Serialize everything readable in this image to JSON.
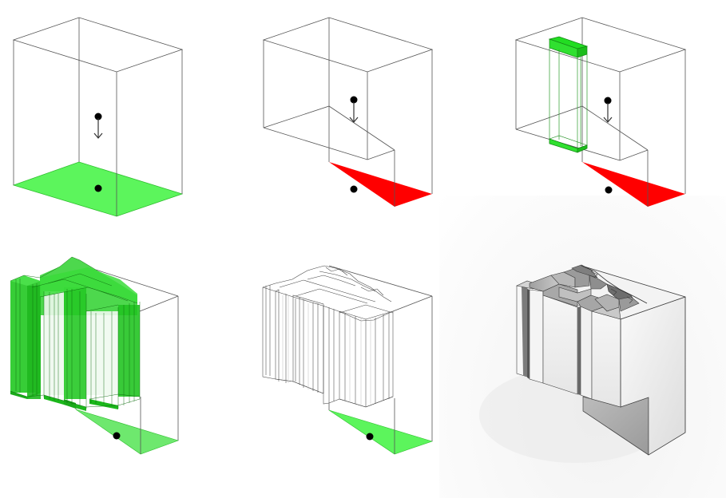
{
  "figure": {
    "description": "Six-step axonometric diagram of a volumetric massing process",
    "panels": [
      {
        "id": 1,
        "label": "Base volume with green ground plane and downward gravity arrow",
        "highlight_color": "#5cf55c"
      },
      {
        "id": 2,
        "label": "Volume with stepped cut-out and red projected triangle",
        "highlight_color": "#ff0000"
      },
      {
        "id": 3,
        "label": "Single green column inserted within stepped volume",
        "highlight_color": "#22cc22"
      },
      {
        "id": 4,
        "label": "Aggregated green columns filling volume with green projected triangle",
        "highlight_color": "#22cc22"
      },
      {
        "id": 5,
        "label": "Aggregated wireframe columns with green projected triangle",
        "highlight_color": "#5cf55c"
      },
      {
        "id": 6,
        "label": "Rendered solid massing result",
        "highlight_color": "#e8e8e8"
      }
    ]
  },
  "colors": {
    "line": "#555555",
    "green_plane": "#5cf55c",
    "green_solid": "#19c419",
    "red_plane": "#ff0000",
    "dot": "#000000"
  }
}
